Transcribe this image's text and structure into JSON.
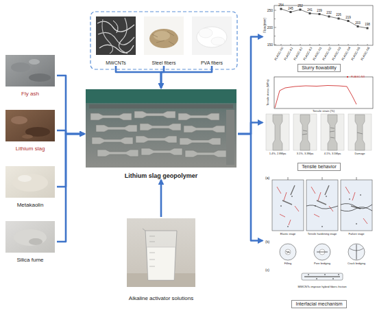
{
  "diagram": {
    "nodes": [
      {
        "text": [
          "Fly ash"
        ]
      },
      {
        "text": [
          "Lithium slag"
        ]
      },
      {
        "text": [
          "Metakaolin"
        ]
      },
      {
        "text": [
          "Silica fume"
        ]
      },
      {
        "text": [
          "MWCNTs"
        ]
      },
      {
        "text": [
          "Steel fibers"
        ]
      },
      {
        "text": [
          "PVA fibers"
        ]
      },
      {
        "text": [
          "Lithium slag geopolymer"
        ]
      },
      {
        "text": [
          "Alkaline activator solutions"
        ]
      },
      {
        "text": [
          "Slurry flowability"
        ]
      },
      {
        "text": [
          "Tensile behavior"
        ]
      },
      {
        "text": [
          "Interfacial mechanism"
        ]
      }
    ],
    "edges": [
      {
        "from": 0,
        "to": 7,
        "arrow": "to"
      },
      {
        "from": 1,
        "to": 7,
        "arrow": "to"
      },
      {
        "from": 2,
        "to": 7,
        "arrow": "to"
      },
      {
        "from": 3,
        "to": 7,
        "arrow": "to"
      },
      {
        "from": 4,
        "to": 7,
        "arrow": "to"
      },
      {
        "from": 5,
        "to": 7,
        "arrow": "to"
      },
      {
        "from": 6,
        "to": 7,
        "arrow": "to"
      },
      {
        "from": 8,
        "to": 7,
        "arrow": "to"
      },
      {
        "from": 7,
        "to": 9,
        "arrow": "to"
      },
      {
        "from": 7,
        "to": 10,
        "arrow": "to"
      },
      {
        "from": 7,
        "to": 11,
        "arrow": "to"
      }
    ],
    "labels": [
      "Flow(mm)",
      "250",
      "200",
      "150",
      "254",
      "245",
      "252",
      "241",
      "239",
      "232",
      "226",
      "219",
      "203",
      "198",
      "FLAGC-N0",
      "FLAGC-K1",
      "FLAGC-K2",
      "FLAGC-K3",
      "FLAGC-N1",
      "FLAGC-N2",
      "FLAGC-N3",
      "FLAGC-N4",
      "FLAGC-N5",
      "FLAGC-N6",
      "Tensile stress (MPa)",
      "Tensile strain (%)",
      "FLAGC-N3",
      "1.4%, 2.8Mpa",
      "3.1%, 3.3Mpa",
      "4.1%, 3.5Mpa",
      "Damage",
      "(a)",
      "Elastic stage",
      "Tensile hardening stage",
      "Failure stage",
      "(b)",
      "Filling",
      "Pore bridging",
      "Crack bridging",
      "(c)",
      "MWCNTs improve hybrid fibers friction"
    ]
  }
}
